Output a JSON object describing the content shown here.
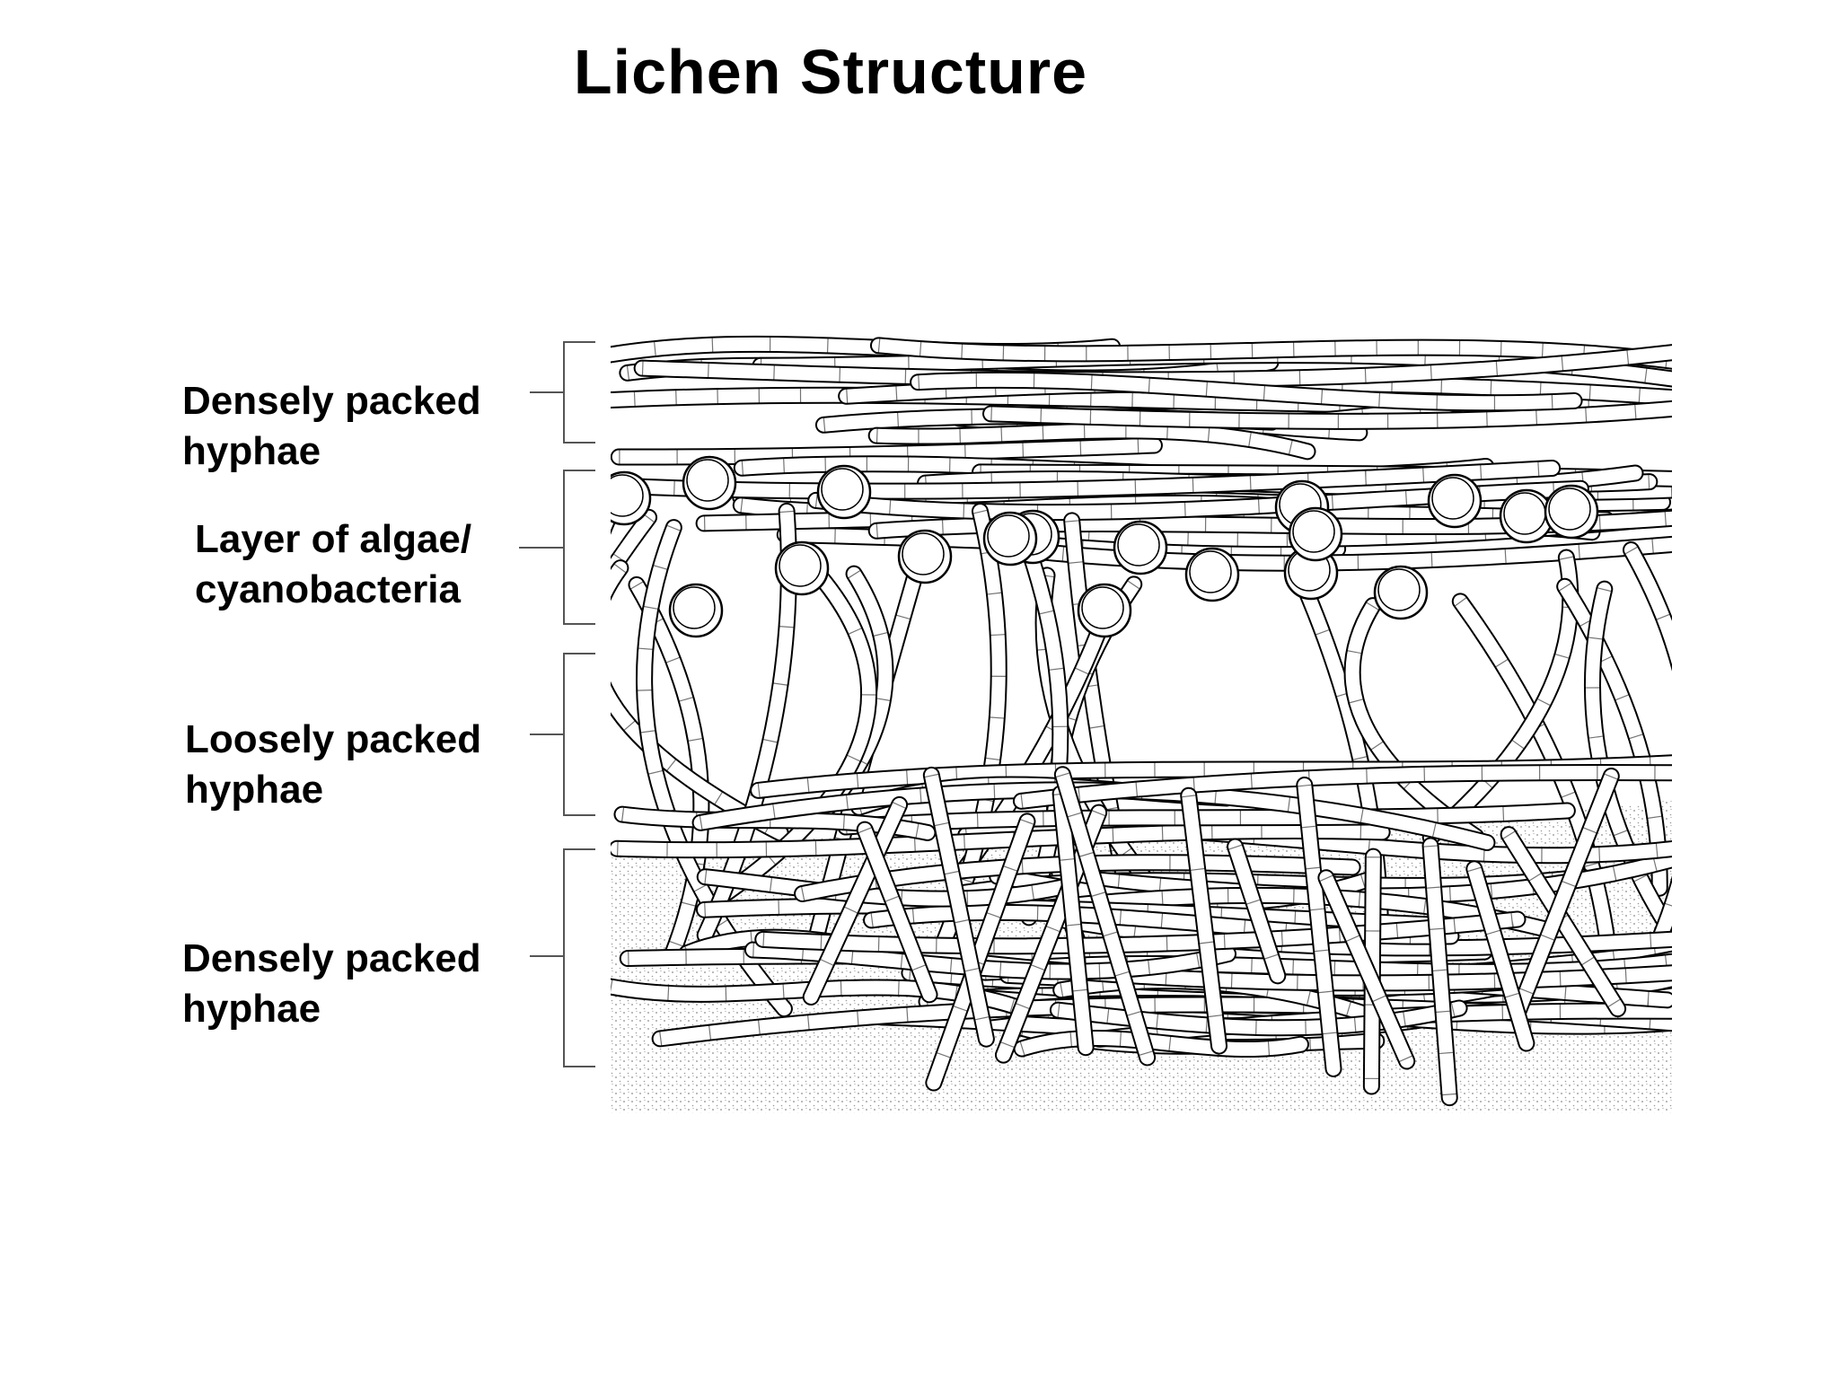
{
  "title": "Lichen Structure",
  "layers": [
    {
      "line1": "Densely packed",
      "line2": "hyphae"
    },
    {
      "line1": "Layer of algae/",
      "line2": "cyanobacteria"
    },
    {
      "line1": "Loosely packed",
      "line2": "hyphae"
    },
    {
      "line1": "Densely packed",
      "line2": "hyphae"
    }
  ],
  "colors": {
    "ink": "#000000",
    "fill": "#ffffff",
    "stipple": "#8a8a8a"
  }
}
